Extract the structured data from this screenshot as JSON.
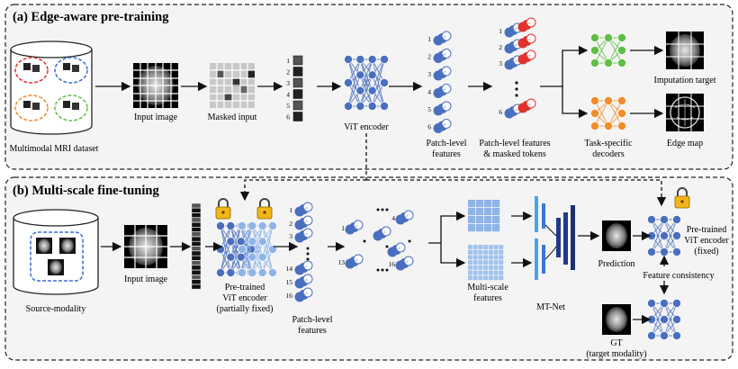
{
  "section_a": {
    "title": "(a) Edge-aware pre-training",
    "labels": {
      "dataset": "Multimodal MRI dataset",
      "input_image": "Input image",
      "masked_input": "Masked input",
      "vit_encoder": "ViT encoder",
      "patch_features": [
        "Patch-level",
        "features"
      ],
      "patch_masked": [
        "Patch-level features",
        "& masked tokens"
      ],
      "task_decoders": [
        "Task-specific",
        "decoders"
      ],
      "imputation_target": "Imputation target",
      "edge_map": "Edge map"
    },
    "patch_indices": [
      "1",
      "2",
      "3",
      "4",
      "5",
      "6"
    ],
    "masked_token_indices": [
      "1",
      "2",
      "3",
      "6"
    ]
  },
  "section_b": {
    "title": "(b) Multi-scale fine-tuning",
    "labels": {
      "source_modality": "Source-modality",
      "input_image": "Input image",
      "pretrained_partial": [
        "Pre-trained",
        "ViT encoder",
        "(partially fixed)"
      ],
      "patch_features": [
        "Patch-level",
        "features"
      ],
      "multiscale": [
        "Multi-scale",
        "features"
      ],
      "mtnet": "MT-Net",
      "prediction": "Prediction",
      "pretrained_fixed": [
        "Pre-trained",
        "ViT encoder",
        "(fixed)"
      ],
      "feature_consistency": "Feature consistency",
      "gt": [
        "GT",
        "(target modality)"
      ]
    },
    "patch_indices": [
      "1",
      "2",
      "3",
      "14",
      "15",
      "16"
    ],
    "grid_indices": [
      "1",
      "4",
      "13",
      "16"
    ]
  },
  "colors": {
    "blue_node": "#4a6fbf",
    "green_node": "#5fbf45",
    "orange_node": "#f08c2a",
    "red_token": "#e0332e",
    "gold_lock": "#f2b619",
    "light_blue": "#8fb4e8"
  }
}
